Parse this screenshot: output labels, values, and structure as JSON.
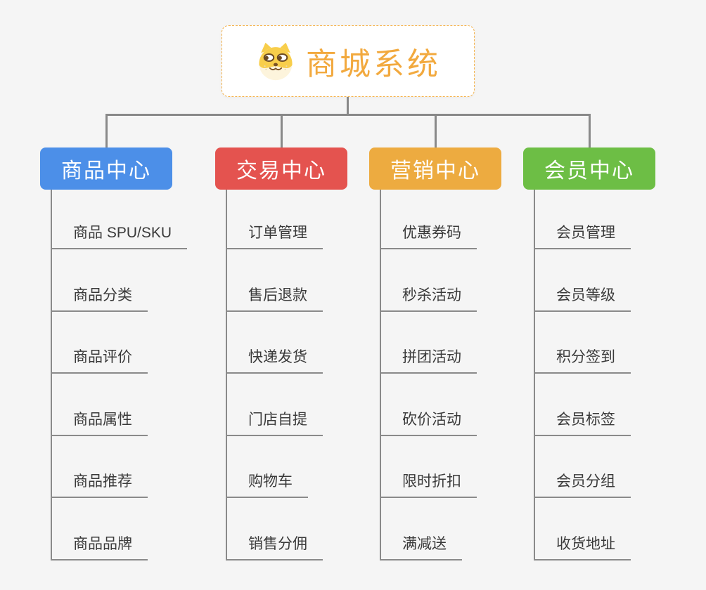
{
  "root": {
    "title": "商城系统",
    "icon": "dog-face-icon"
  },
  "branches": [
    {
      "label": "商品中心",
      "color": "#4c8fe8",
      "children": [
        "商品 SPU/SKU",
        "商品分类",
        "商品评价",
        "商品属性",
        "商品推荐",
        "商品品牌"
      ]
    },
    {
      "label": "交易中心",
      "color": "#e4534f",
      "children": [
        "订单管理",
        "售后退款",
        "快递发货",
        "门店自提",
        "购物车",
        "销售分佣"
      ]
    },
    {
      "label": "营销中心",
      "color": "#edab40",
      "children": [
        "优惠券码",
        "秒杀活动",
        "拼团活动",
        "砍价活动",
        "限时折扣",
        "满减送"
      ]
    },
    {
      "label": "会员中心",
      "color": "#6dbe45",
      "children": [
        "会员管理",
        "会员等级",
        "积分签到",
        "会员标签",
        "会员分组",
        "收货地址"
      ]
    }
  ],
  "colors": {
    "root_accent": "#f2a93e",
    "root_border": "#f5b24a",
    "connector": "#898989",
    "child_text": "#3a3a3a",
    "background": "#f5f5f5",
    "dog_yellow": "#f8ce4b",
    "dog_cream": "#fdf4dc",
    "dog_brown": "#6b4a23"
  }
}
